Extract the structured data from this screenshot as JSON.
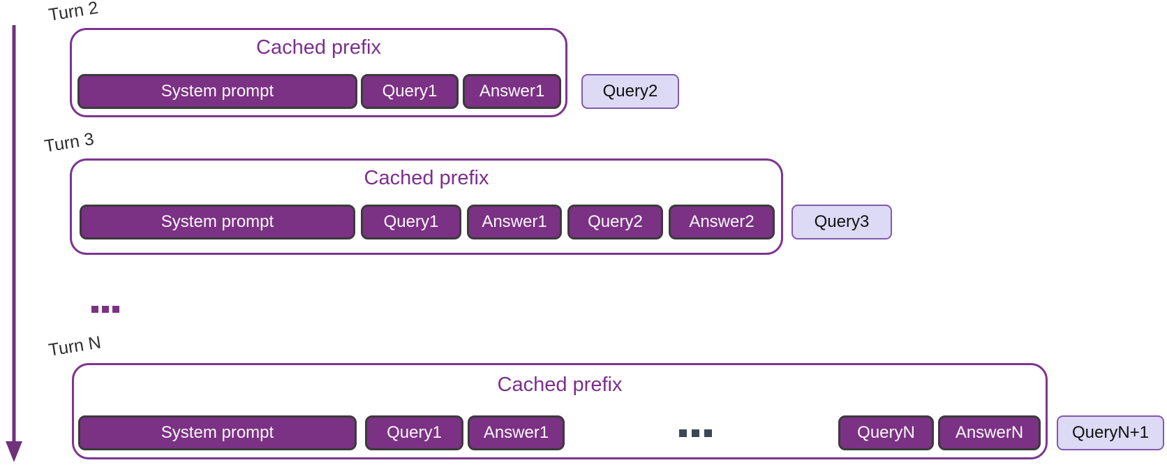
{
  "diagram": {
    "turns": [
      {
        "label": "Turn 2",
        "cached_title": "Cached prefix",
        "tokens": [
          "System prompt",
          "Query1",
          "Answer1"
        ],
        "new_query": "Query2"
      },
      {
        "label": "Turn 3",
        "cached_title": "Cached prefix",
        "tokens": [
          "System prompt",
          "Query1",
          "Answer1",
          "Query2",
          "Answer2"
        ],
        "new_query": "Query3"
      },
      {
        "label": "Turn N",
        "cached_title": "Cached prefix",
        "tokens": [
          "System prompt",
          "Query1",
          "Answer1"
        ],
        "gap_ellipsis": "...",
        "tokens_late": [
          "QueryN",
          "AnswerN"
        ],
        "new_query": "QueryN+1"
      }
    ],
    "rows_gap_ellipsis": "...",
    "colors": {
      "cached_token_fill": "#7b3184",
      "cached_token_border": "#3b3b3b",
      "cached_token_text": "#fbf8fb",
      "container_border": "#7d3590",
      "title_text": "#7c2f8d",
      "new_query_fill": "#dcdaf4",
      "new_query_border": "#8259ae",
      "new_query_text": "#101010",
      "arrow": "#70327c",
      "dark_ellipsis": "#3b4754",
      "label_text": "#2e2e2e"
    }
  }
}
